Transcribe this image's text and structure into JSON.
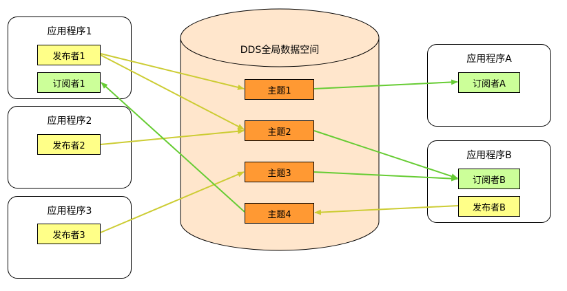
{
  "database": {
    "label": "DDS全局数据空间"
  },
  "topics": [
    "主题1",
    "主题2",
    "主题3",
    "主题4"
  ],
  "apps": {
    "app1": {
      "title": "应用程序1",
      "publisher": "发布者1",
      "subscriber": "订阅者1"
    },
    "app2": {
      "title": "应用程序2",
      "publisher": "发布者2"
    },
    "app3": {
      "title": "应用程序3",
      "publisher": "发布者3"
    },
    "appA": {
      "title": "应用程序A",
      "subscriber": "订阅者A"
    },
    "appB": {
      "title": "应用程序B",
      "subscriber": "订阅者B",
      "publisher": "发布者B"
    }
  },
  "colors": {
    "publisher_fill": "#ffff88",
    "subscriber_fill": "#ccff99",
    "topic_fill": "#ff9933",
    "cylinder_fill": "#ffe6cc",
    "publish_arrow": "#cccc33",
    "subscribe_arrow": "#66cc33"
  }
}
